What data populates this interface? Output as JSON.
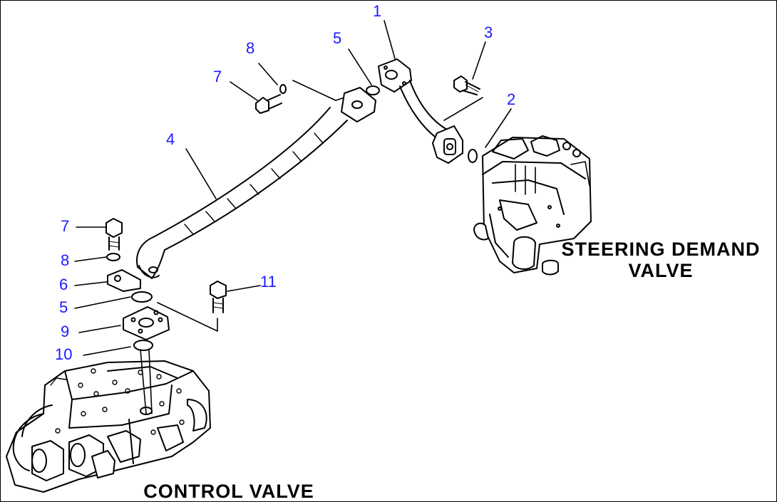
{
  "diagram": {
    "callouts": [
      {
        "id": "c1",
        "text": "1"
      },
      {
        "id": "c2",
        "text": "2"
      },
      {
        "id": "c3",
        "text": "3"
      },
      {
        "id": "c4",
        "text": "4"
      },
      {
        "id": "c5a",
        "text": "5"
      },
      {
        "id": "c7a",
        "text": "7"
      },
      {
        "id": "c8a",
        "text": "8"
      },
      {
        "id": "c7b",
        "text": "7"
      },
      {
        "id": "c8b",
        "text": "8"
      },
      {
        "id": "c6",
        "text": "6"
      },
      {
        "id": "c5b",
        "text": "5"
      },
      {
        "id": "c9",
        "text": "9"
      },
      {
        "id": "c10",
        "text": "10"
      },
      {
        "id": "c11",
        "text": "11"
      }
    ],
    "assemblies": {
      "steering_demand_valve": {
        "line1": "STEERING DEMAND",
        "line2": "VALVE"
      },
      "control_valve": {
        "line1": "CONTROL VALVE"
      }
    },
    "colors": {
      "callout": "#1a1aff",
      "linework": "#000000",
      "background": "#ffffff"
    }
  }
}
